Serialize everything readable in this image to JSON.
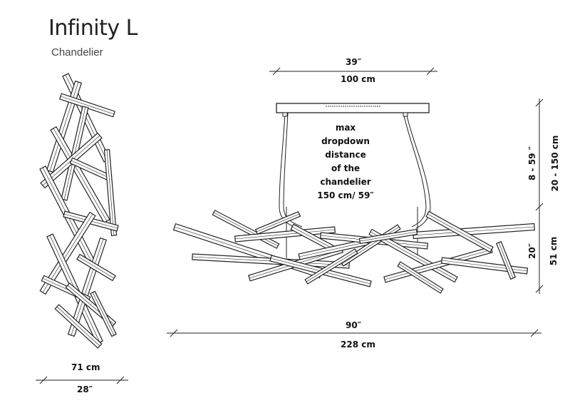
{
  "product": {
    "title": "Infinity L",
    "subtitle": "Chandelier"
  },
  "dimensions": {
    "canopy_width_in": "39″",
    "canopy_width_cm": "100 cm",
    "total_width_in": "90″",
    "total_width_cm": "228 cm",
    "side_width_cm": "71 cm",
    "side_width_in": "28″",
    "drop_in": "8 - 59 ″",
    "drop_cm": "20 - 150 cm",
    "body_height_in": "20″",
    "body_height_cm": "51 cm"
  },
  "note": {
    "lines": [
      "max",
      "dropdown",
      "distance",
      "of the",
      "chandelier",
      "150 cm/ 59″"
    ]
  }
}
